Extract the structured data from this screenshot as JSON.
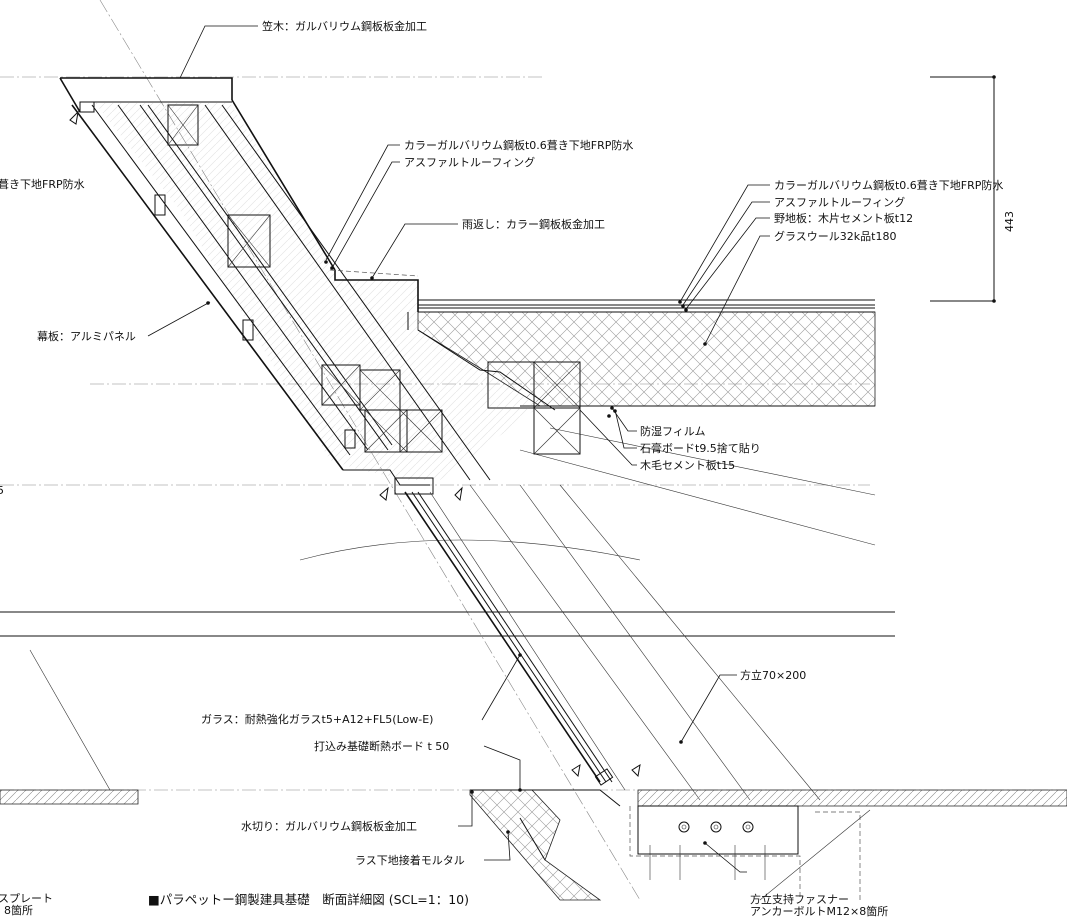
{
  "labels": {
    "kasagi": "笠木：ガルバリウム鋼板板金加工",
    "roof_upper_1": "カラーガルバリウム鋼板t0.6葺き下地FRP防水",
    "roof_upper_2": "アスファルトルーフィング",
    "left_cut": "葺き下地FRP防水",
    "amagaeshi": "雨返し：カラー鋼板板金加工",
    "roof_right_1": "カラーガルバリウム鋼板t0.6葺き下地FRP防水",
    "roof_right_2": "アスファルトルーフィング",
    "roof_right_3": "野地板：木片セメント板t12",
    "roof_right_4": "グラスウール32k品t180",
    "dim_443": "443",
    "makuita": "幕板：アルミパネル",
    "boshitsu": "防湿フィルム",
    "sekko": "石膏ボードt9.5捨て貼り",
    "mokumou": "木毛セメント板t15",
    "left_edge_5": "5",
    "hodate": "方立70×200",
    "glass": "ガラス：耐熱強化ガラスt5+A12+FL5(Low-E)",
    "uchikomi": "打込み基礎断熱ボード t 50",
    "mizukiri": "水切り：ガルバリウム鋼板板金加工",
    "rasu": "ラス下地接着モルタル",
    "bottom_left_1": "スプレート",
    "bottom_left_2": "8箇所",
    "title": "■パラペットー鋼製建具基礎　断面詳細図 (SCL=1：10)",
    "fastener_1": "方立支持ファスナー",
    "fastener_2": "アンカーボルトM12×8箇所"
  }
}
